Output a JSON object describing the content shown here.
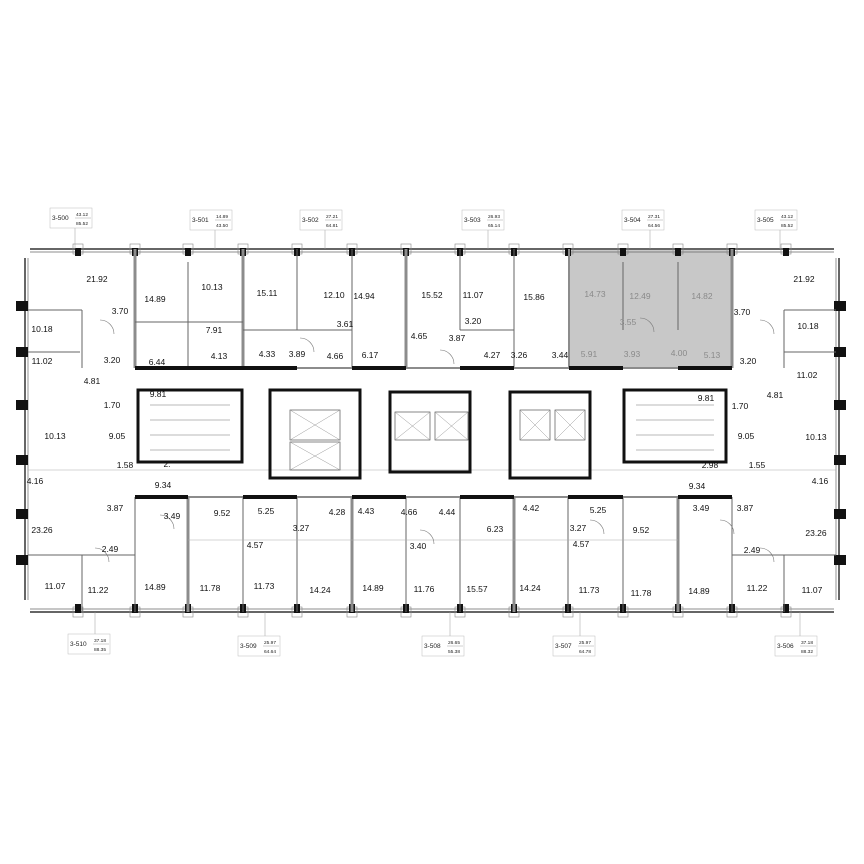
{
  "colors": {
    "selected_fill": "#c8c8c8",
    "wall_dark": "#111111",
    "wall_grey": "#8c8c8c",
    "background": "#ffffff"
  },
  "selected_apartment": "3-504",
  "apartments": [
    {
      "id": "3-500",
      "living": "43.12",
      "total": "85.52"
    },
    {
      "id": "3-501",
      "living": "14.89",
      "total": "43.50"
    },
    {
      "id": "3-502",
      "living": "27.21",
      "total": "64.81"
    },
    {
      "id": "3-503",
      "living": "26.93",
      "total": "65.14"
    },
    {
      "id": "3-504",
      "living": "27.31",
      "total": "64.56"
    },
    {
      "id": "3-505",
      "living": "43.12",
      "total": "85.52"
    },
    {
      "id": "3-510",
      "living": "37.18",
      "total": "88.35"
    },
    {
      "id": "3-509",
      "living": "25.97",
      "total": "64.64"
    },
    {
      "id": "3-508",
      "living": "26.65",
      "total": "55.38"
    },
    {
      "id": "3-507",
      "living": "25.97",
      "total": "64.78"
    },
    {
      "id": "3-506",
      "living": "37.18",
      "total": "88.32"
    }
  ],
  "rooms": [
    "21.92",
    "14.89",
    "10.13",
    "7.91",
    "15.11",
    "12.10",
    "14.94",
    "15.52",
    "11.07",
    "15.86",
    "14.73",
    "12.49",
    "14.82",
    "21.92",
    "3.70",
    "10.18",
    "3.61",
    "3.20",
    "3.55",
    "3.70",
    "10.18",
    "4.65",
    "3.87",
    "11.02",
    "3.20",
    "6.44",
    "4.13",
    "4.33",
    "3.89",
    "4.66",
    "6.17",
    "4.27",
    "3.26",
    "3.44",
    "5.91",
    "3.93",
    "4.00",
    "5.13",
    "3.20",
    "11.02",
    "4.81",
    "9.81",
    "1.70",
    "9.81",
    "1.70",
    "4.81",
    "9.05",
    "10.13",
    "9.05",
    "10.13",
    "1.58",
    "2.",
    "2.98",
    "1.55",
    "4.16",
    "9.34",
    "9.34",
    "4.16",
    "3.87",
    "3.49",
    "9.52",
    "5.25",
    "3.27",
    "4.28",
    "4.43",
    "4.66",
    "4.44",
    "6.23",
    "4.42",
    "3.27",
    "5.25",
    "9.52",
    "3.49",
    "3.87",
    "23.26",
    "4.57",
    "3.40",
    "4.57",
    "23.26",
    "2.49",
    "2.49",
    "11.07",
    "11.22",
    "14.89",
    "11.78",
    "11.73",
    "14.24",
    "14.89",
    "11.76",
    "15.57",
    "14.24",
    "11.73",
    "11.78",
    "14.89",
    "11.22",
    "11.07"
  ]
}
